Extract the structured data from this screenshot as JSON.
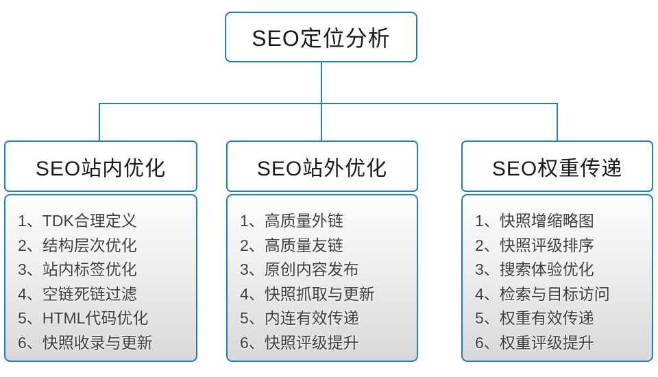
{
  "diagram": {
    "root_label": "SEO定位分析",
    "colors": {
      "accent_blue": "#1E7CC6",
      "header_text": "#1A1A1A",
      "item_text": "#3D3D3D",
      "list_gradient_top": "#FDFDFD",
      "list_gradient_bottom": "#D8D8D8"
    },
    "columns": [
      {
        "title": "SEO站内优化",
        "items": [
          "1、TDK合理定义",
          "2、结构层次优化",
          "3、站内标签优化",
          "4、空链死链过滤",
          "5、HTML代码优化",
          "6、快照收录与更新"
        ]
      },
      {
        "title": "SEO站外优化",
        "items": [
          "1、高质量外链",
          "2、高质量友链",
          "3、原创内容发布",
          "4、快照抓取与更新",
          "5、内连有效传递",
          "6、快照评级提升"
        ]
      },
      {
        "title": "SEO权重传递",
        "items": [
          "1、快照增缩略图",
          "2、快照评级排序",
          "3、搜索体验优化",
          "4、检索与目标访问",
          "5、权重有效传递",
          "6、权重评级提升"
        ]
      }
    ]
  }
}
